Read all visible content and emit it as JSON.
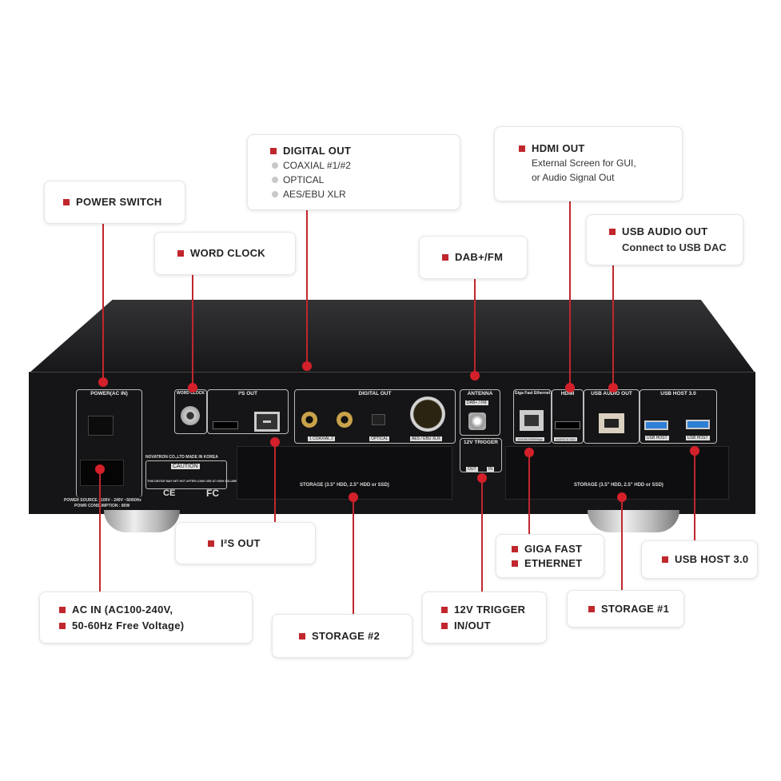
{
  "callouts": {
    "power_switch": {
      "title": "POWER SWITCH"
    },
    "word_clock": {
      "title": "WORD CLOCK"
    },
    "digital_out": {
      "title": "DIGITAL OUT",
      "items": [
        "COAXIAL #1/#2",
        "OPTICAL",
        "AES/EBU XLR"
      ]
    },
    "dab_fm": {
      "title": "DAB+/FM"
    },
    "hdmi_out": {
      "title": "HDMI OUT",
      "desc": [
        "External Screen for GUI,",
        "or Audio Signal Out"
      ]
    },
    "usb_audio_out": {
      "title": "USB AUDIO OUT",
      "desc": "Connect to USB DAC"
    },
    "i2s_out": {
      "title": "I²S OUT"
    },
    "ac_in": {
      "title": "AC IN (AC100-240V,",
      "title2": "50-60Hz Free Voltage)"
    },
    "storage2": {
      "title": "STORAGE #2"
    },
    "trigger": {
      "title": "12V TRIGGER",
      "title2": "IN/OUT"
    },
    "giga": {
      "title": "GIGA  FAST",
      "title2": "ETHERNET"
    },
    "storage1": {
      "title": "STORAGE #1"
    },
    "usb_host": {
      "title": "USB HOST 3.0"
    }
  },
  "panel": {
    "power": "POWER(AC IN)",
    "word_clock": "WORD CLOCK",
    "i2s": "I²S OUT",
    "digital": "DIGITAL OUT",
    "coaxial": "1 COAXIAL 2",
    "optical": "OPTICAL",
    "aes": "AES / EBU XLR",
    "antenna": "ANTENNA",
    "dab": "DAB+ / FM",
    "trigger": "12V TRIGGER",
    "out": "OUT",
    "in": "IN",
    "giga": "Giga Fast Ethernet",
    "giga_speed": "10/100/1000Mbps",
    "hdmi": "HDMI",
    "hdmi_sub": "AUDIO & GUI",
    "usb_audio": "USB AUDIO OUT",
    "usb_host": "USB HOST 3.0",
    "usb_host_tag": "USB HOST",
    "maker": "NOVATRON CO.,LTD   MADE IN KOREA",
    "caution": "CAUTION",
    "warning": "THIS DEVICE MAY GET HOT AFTER LONG USE AT HIGH VOLUME",
    "power_source": "POWER SOURCE : 100V - 240V ~50/60Hz",
    "consumption": "POWR CONSUMPTION : 80W",
    "storage": "STORAGE (3.5\" HDD, 2.5\" HDD or SSD)",
    "ce": "CE",
    "fc": "FC"
  }
}
